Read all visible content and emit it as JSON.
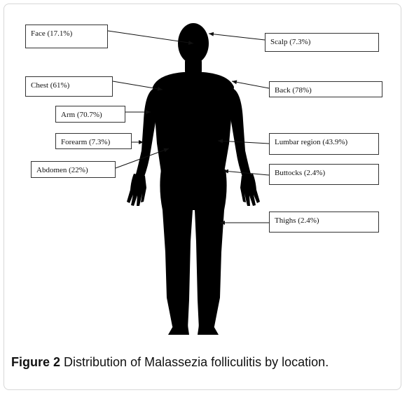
{
  "labels": {
    "face": "Face (17.1%)",
    "scalp": "Scalp (7.3%)",
    "chest": "Chest (61%)",
    "back": "Back (78%)",
    "arm": "Arm (70.7%)",
    "forearm": "Forearm (7.3%)",
    "lumbar": "Lumbar region (43.9%)",
    "abdomen": "Abdomen (22%)",
    "buttocks": "Buttocks (2.4%)",
    "thighs": "Thighs (2.4%)"
  },
  "caption": {
    "figure_label": "Figure 2",
    "text": "Distribution of Malassezia folliculitis by location."
  }
}
